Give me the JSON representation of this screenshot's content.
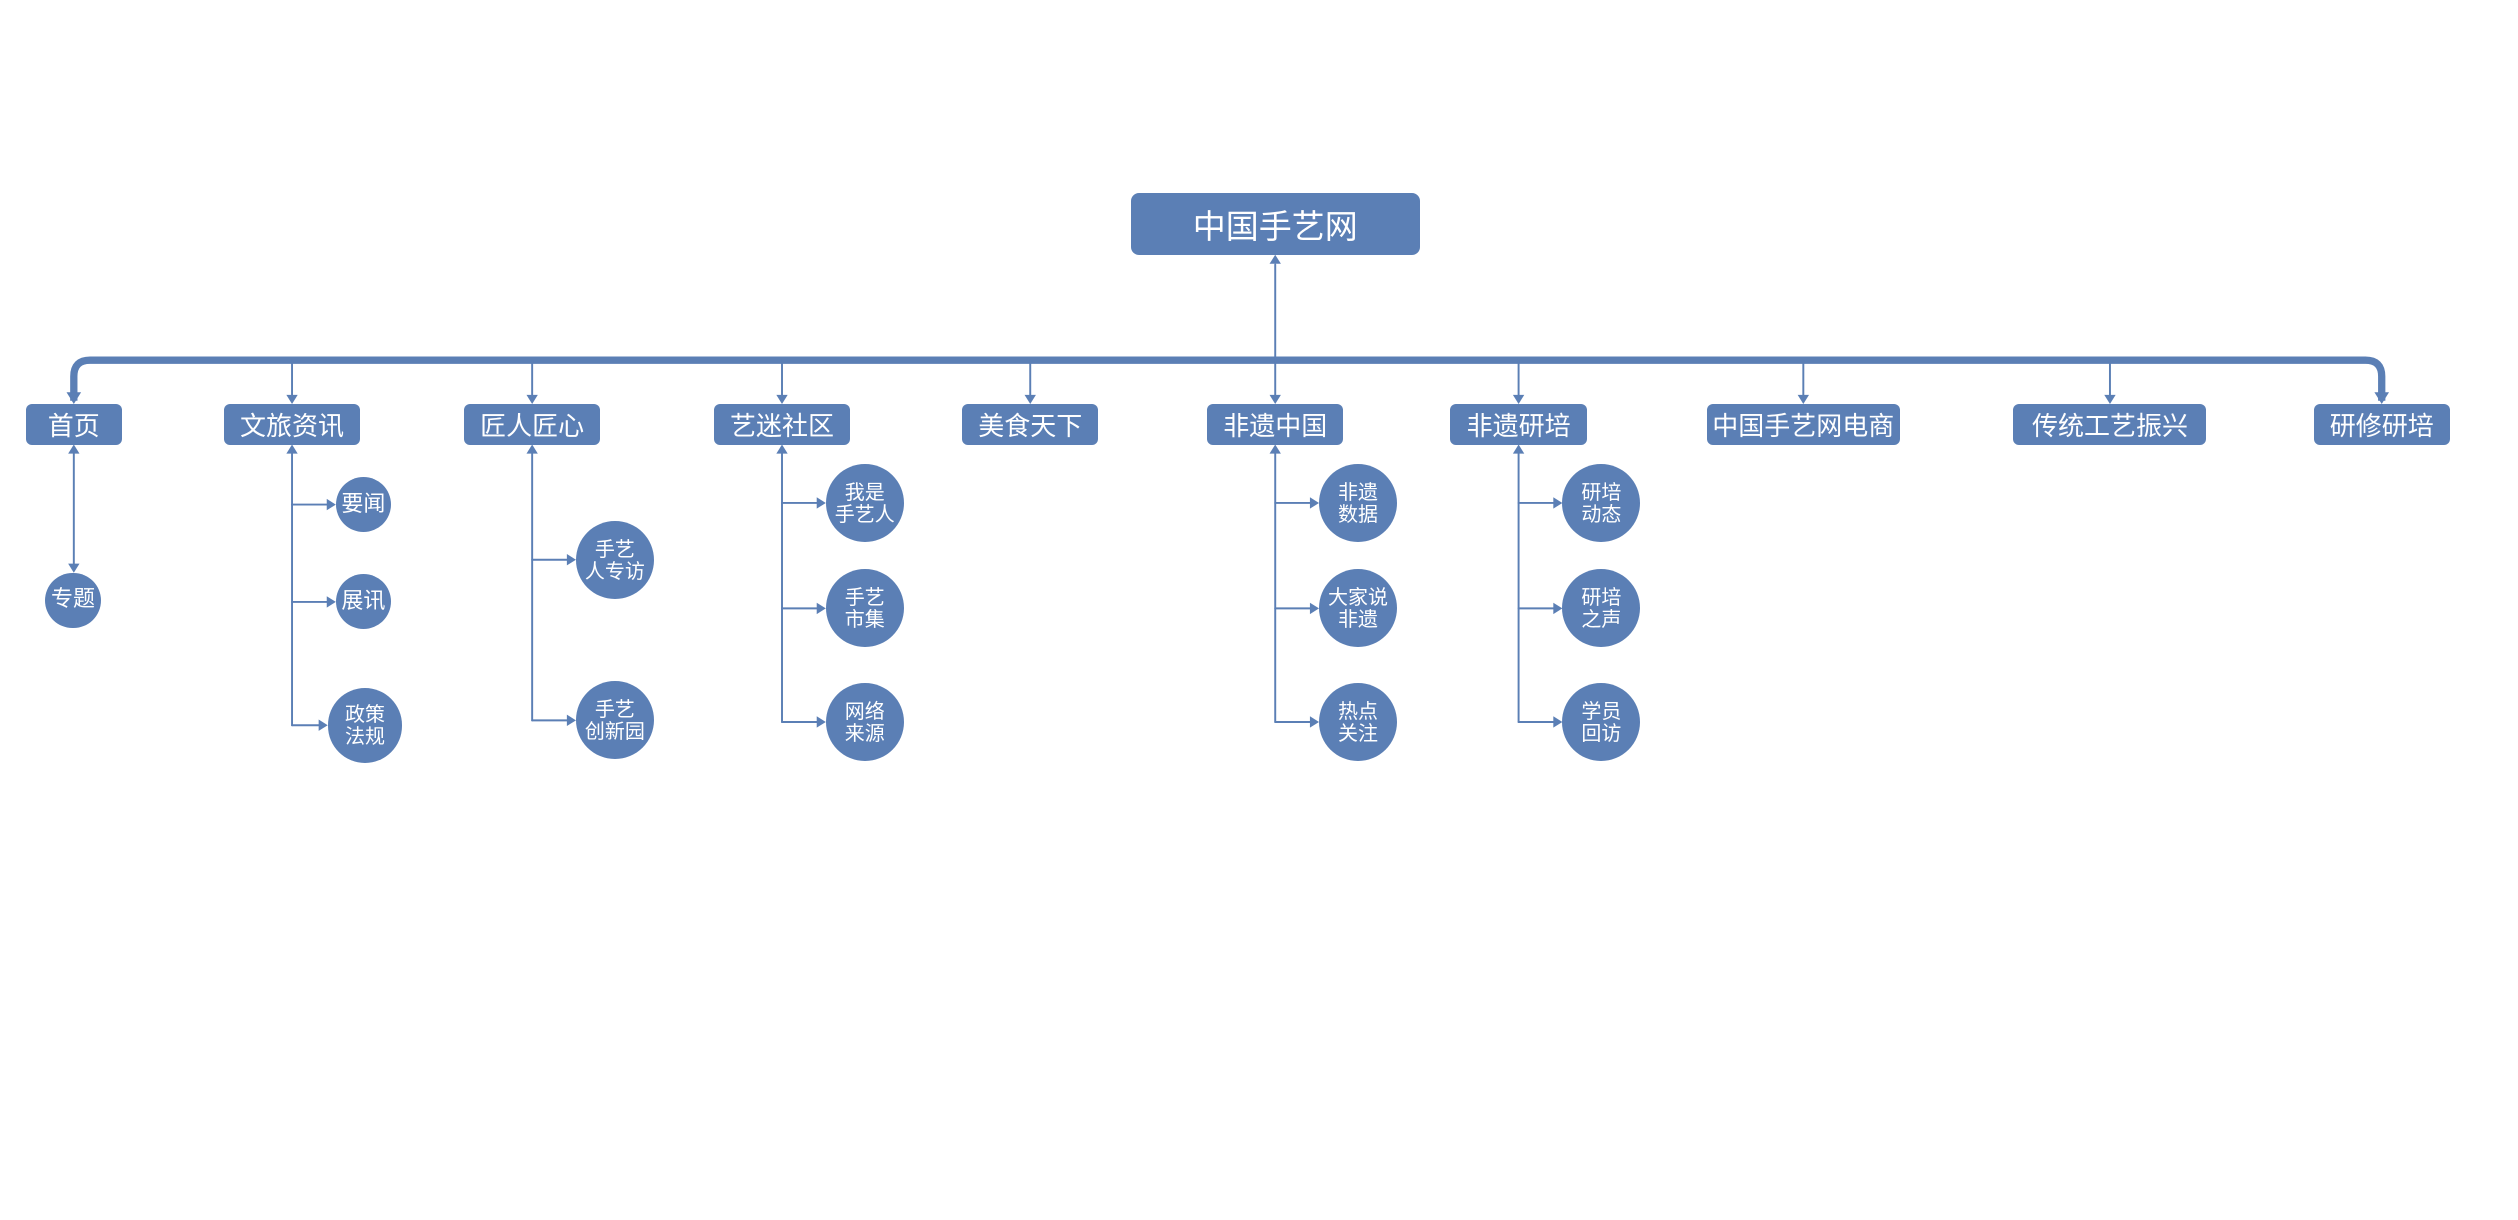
{
  "colors": {
    "node": "#5b7fb5",
    "line": "#5b7fb5",
    "text": "#ffffff"
  },
  "root": {
    "label": "中国手艺网"
  },
  "categories": [
    {
      "id": "home",
      "label": "首页",
      "children": [
        {
          "lines": [
            "专题"
          ]
        }
      ]
    },
    {
      "id": "culture",
      "label": "文旅资讯",
      "children": [
        {
          "lines": [
            "要闻"
          ]
        },
        {
          "lines": [
            "展讯"
          ]
        },
        {
          "lines": [
            "政策",
            "法规"
          ]
        }
      ]
    },
    {
      "id": "craftsman",
      "label": "匠人匠心",
      "children": [
        {
          "lines": [
            "手艺",
            "人专访"
          ]
        },
        {
          "lines": [
            "手艺",
            "创新园"
          ]
        }
      ]
    },
    {
      "id": "community",
      "label": "艺迷社区",
      "children": [
        {
          "lines": [
            "我是",
            "手艺人"
          ]
        },
        {
          "lines": [
            "手艺",
            "市集"
          ]
        },
        {
          "lines": [
            "网络",
            "来源"
          ]
        }
      ]
    },
    {
      "id": "food",
      "label": "美食天下",
      "children": []
    },
    {
      "id": "heritage-china",
      "label": "非遗中国",
      "children": [
        {
          "lines": [
            "非遗",
            "数据"
          ]
        },
        {
          "lines": [
            "大家说",
            "非遗"
          ]
        },
        {
          "lines": [
            "热点",
            "关注"
          ]
        }
      ]
    },
    {
      "id": "heritage-training",
      "label": "非遗研培",
      "children": [
        {
          "lines": [
            "研培",
            "动态"
          ]
        },
        {
          "lines": [
            "研培",
            "之声"
          ]
        },
        {
          "lines": [
            "学员",
            "回访"
          ]
        }
      ]
    },
    {
      "id": "ecommerce",
      "label": "中国手艺网电商",
      "children": []
    },
    {
      "id": "revival",
      "label": "传统工艺振兴",
      "children": []
    },
    {
      "id": "study",
      "label": "研修研培",
      "children": []
    }
  ]
}
